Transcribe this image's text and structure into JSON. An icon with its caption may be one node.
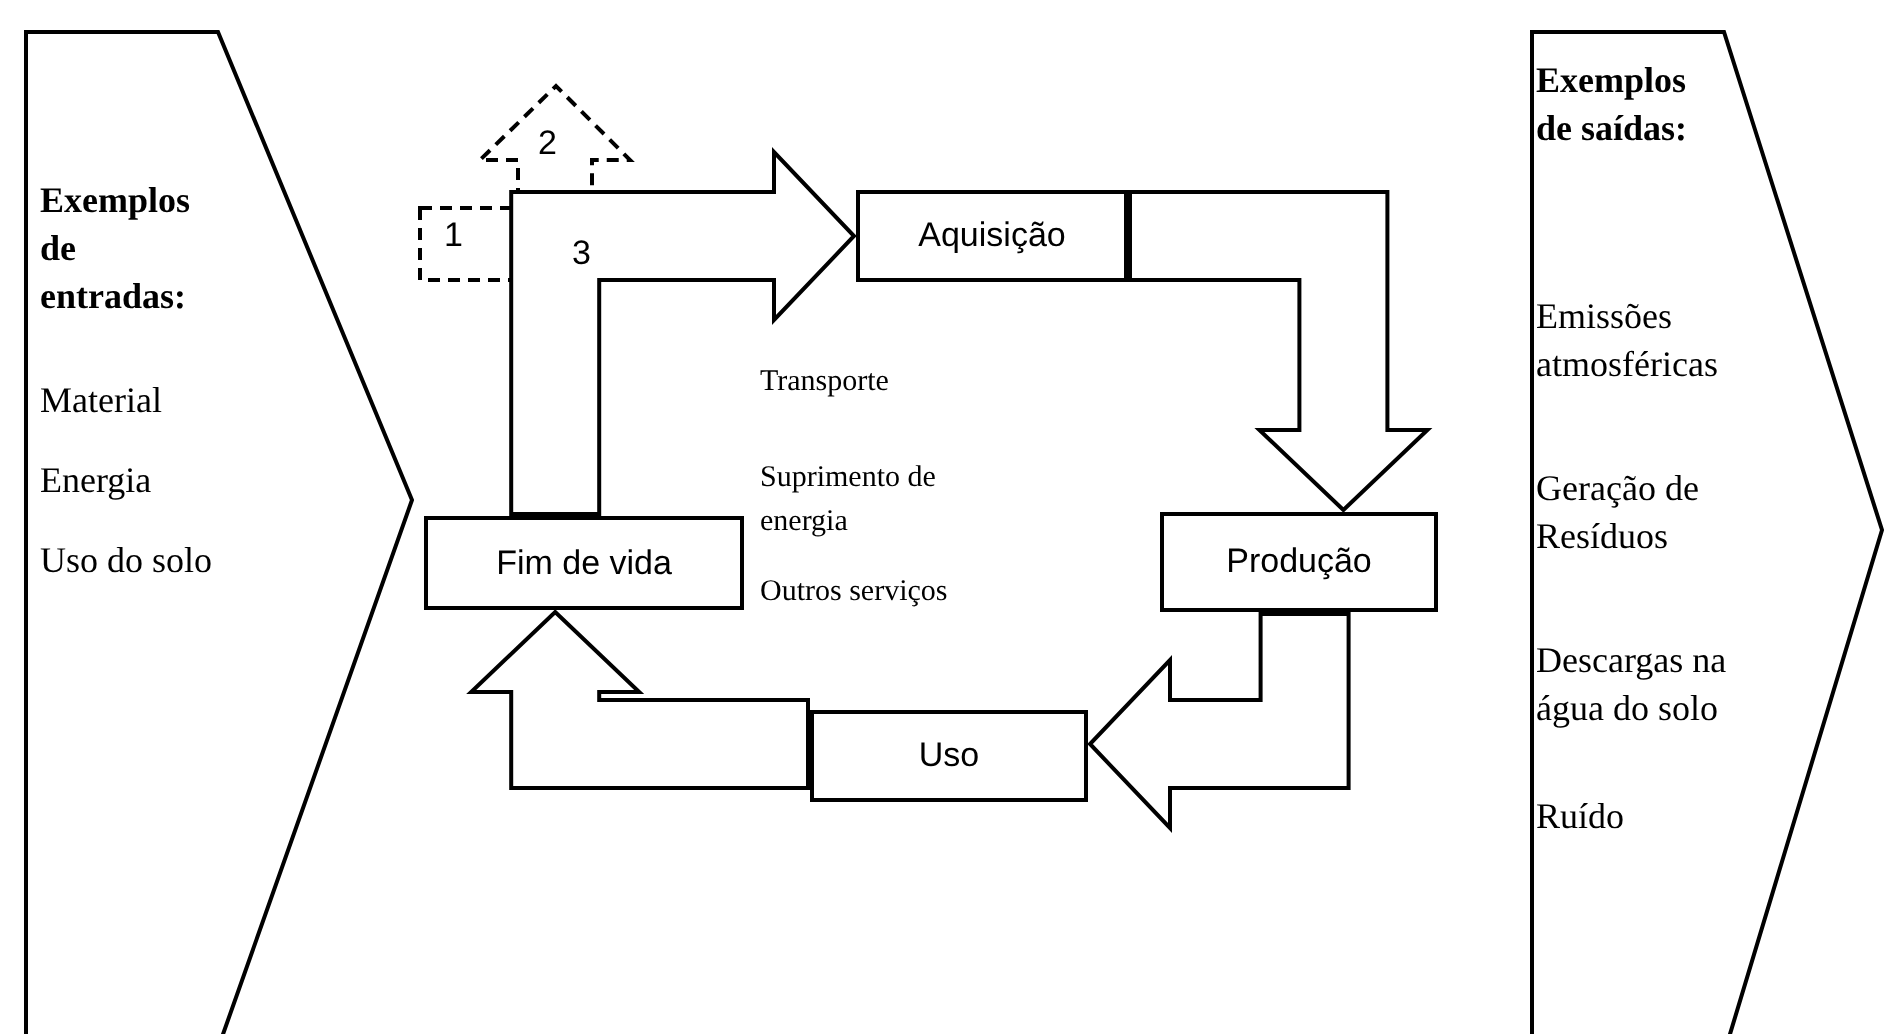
{
  "diagram": {
    "nodes": [
      {
        "text": [
          "Exemplos de entradas:",
          "Material",
          "Energia",
          "Uso do solo"
        ]
      },
      {
        "text": [
          "Aquisição"
        ]
      },
      {
        "text": [
          "Produção"
        ]
      },
      {
        "text": [
          "Uso"
        ]
      },
      {
        "text": [
          "Fim de vida"
        ]
      },
      {
        "text": [
          "Exemplos de saídas:",
          "Emissões atmosféricas",
          "Geração de Resíduos",
          "Descargas na água do solo",
          "Ruído"
        ]
      }
    ],
    "edges": [
      {
        "from": 1,
        "to": 2,
        "arrow": "to"
      },
      {
        "from": 2,
        "to": 3,
        "arrow": "to"
      },
      {
        "from": 3,
        "to": 4,
        "arrow": "to"
      },
      {
        "from": 4,
        "to": 1,
        "arrow": "to"
      }
    ],
    "labels": [
      "2",
      "1",
      "3",
      "Transporte",
      "Suprimento de energia",
      "Outros serviços"
    ]
  }
}
